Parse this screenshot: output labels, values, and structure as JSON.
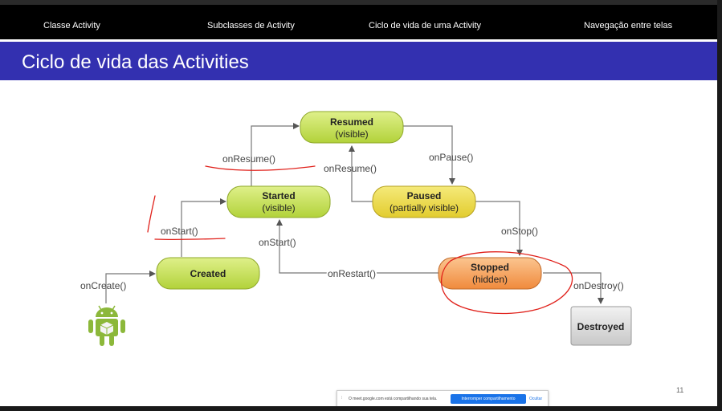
{
  "nav": [
    "Classe Activity",
    "Subclasses de Activity",
    "Ciclo de vida de uma Activity",
    "Navegação entre telas"
  ],
  "slide_title": "Ciclo de vida das Activities",
  "diagram": {
    "resumed": [
      "Resumed",
      "(visible)"
    ],
    "started": [
      "Started",
      "(visible)"
    ],
    "paused": [
      "Paused",
      "(partially visible)"
    ],
    "created": "Created",
    "stopped": [
      "Stopped",
      "(hidden)"
    ],
    "destroyed": "Destroyed",
    "on_resume_left": "onResume()",
    "on_resume_mid": "onResume()",
    "on_pause": "onPause()",
    "on_start_left": "onStart()",
    "on_start_mid": "onStart()",
    "on_stop": "onStop()",
    "on_create": "onCreate()",
    "on_restart": "onRestart()",
    "on_destroy": "onDestroy()"
  },
  "page_number": "11",
  "share_bar": {
    "message": "O meet.google.com está compartilhando sua tela.",
    "stop_button": "Interromper compartilhamento",
    "hide_button": "Ocultar"
  },
  "colors": {
    "title_bar": "#3330b0",
    "green_state": "#c6e04a",
    "yellow_state": "#ecd93a",
    "orange_state": "#f5a15a",
    "gray_state": "#dcdcdc",
    "annotation_red": "#e0201a",
    "android_green": "#8cb83a"
  }
}
